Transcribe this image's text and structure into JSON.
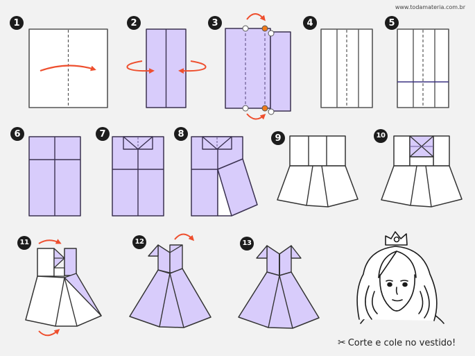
{
  "watermark": "www.todamateria.com.br",
  "colors": {
    "background": "#f2f2f2",
    "paper_white": "#ffffff",
    "paper_purple": "#d8ccfb",
    "outline": "#3a3150",
    "arrow": "#ee4f2e",
    "marker_orange": "#f07a1a",
    "badge": "#1c1c1c"
  },
  "steps": [
    {
      "number": "1",
      "icon": "square-fold-vertical-icon"
    },
    {
      "number": "2",
      "icon": "fold-sides-to-center-icon"
    },
    {
      "number": "3",
      "icon": "fold-lines-markers-icon"
    },
    {
      "number": "4",
      "icon": "unfolded-four-panels-icon"
    },
    {
      "number": "5",
      "icon": "horizontal-crease-icon"
    },
    {
      "number": "6",
      "icon": "purple-quartered-sheet-icon"
    },
    {
      "number": "7",
      "icon": "collar-fold-icon"
    },
    {
      "number": "8",
      "icon": "skirt-flap-fold-icon"
    },
    {
      "number": "9",
      "icon": "white-dress-base-icon"
    },
    {
      "number": "10",
      "icon": "bodice-cross-fold-icon"
    },
    {
      "number": "11",
      "icon": "side-fold-dress-icon"
    },
    {
      "number": "12",
      "icon": "sleeve-fold-dress-icon"
    },
    {
      "number": "13",
      "icon": "finished-dress-icon"
    }
  ],
  "princess": {
    "icon": "princess-head-icon"
  },
  "caption": {
    "icon": "scissors-icon",
    "glyph": "✂",
    "text": "Corte e cole no vestido!"
  }
}
